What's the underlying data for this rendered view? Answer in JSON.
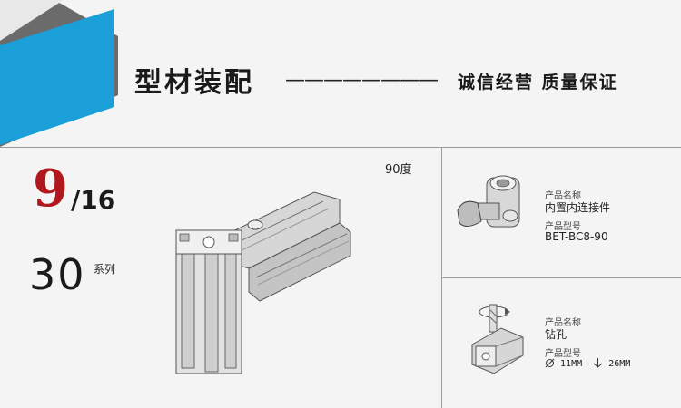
{
  "banner": {
    "title": "型材装配",
    "dashes": "————————",
    "slogan": "诚信经营 质量保证",
    "colors": {
      "blue": "#1a9fd9",
      "gray": "#6b6b6b"
    }
  },
  "spec": {
    "numerator": "9",
    "denominator": "/16",
    "series_number": "30",
    "series_label": "系列",
    "accent": "#b0181d"
  },
  "figure": {
    "angle_label": "90度"
  },
  "products": [
    {
      "name_label": "产品名称",
      "name": "内置内连接件",
      "model_label": "产品型号",
      "model": "BET-BC8-90"
    },
    {
      "name_label": "产品名称",
      "name": "钻孔",
      "model_label": "产品型号",
      "dia_value": "11MM",
      "depth_value": "26MM"
    }
  ]
}
